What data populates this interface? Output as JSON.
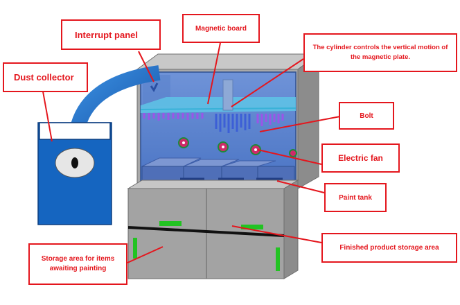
{
  "diagram": {
    "labels": {
      "interrupt_panel": "Interrupt panel",
      "magnetic_board": "Magnetic board",
      "cylinder_note": "The cylinder controls the vertical motion of the magnetic plate.",
      "dust_collector": "Dust collector",
      "bolt": "Bolt",
      "electric_fan": "Electric fan",
      "paint_tank": "Paint tank",
      "finished_storage": "Finished product storage area",
      "storage_waiting": "Storage area for items awaiting painting"
    },
    "colors": {
      "accent": "#e4161d",
      "collector_blue": "#1565c0",
      "cabinet_gray": "#a3a3a3",
      "indicator_green": "#22c322",
      "bolt_purple": "#9a55e8",
      "glass_blue": "#5b87d6"
    }
  }
}
